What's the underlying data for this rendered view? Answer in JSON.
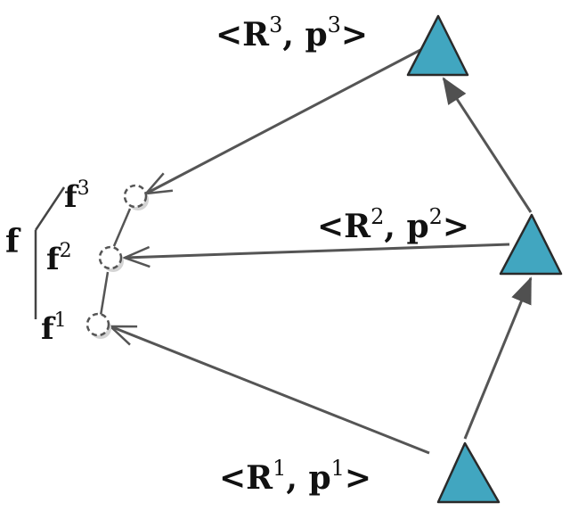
{
  "colors": {
    "camera_fill": "#41a6c0",
    "camera_stroke": "#2a2a2a",
    "line": "#555555",
    "circle_stroke": "#555555",
    "circle_shadow": "#d4d4d4"
  },
  "poses": [
    {
      "open": "<",
      "sym": "R",
      "sup": "1",
      "sep": ", ",
      "p": "p",
      "psup": "1",
      "close": ">"
    },
    {
      "open": "<",
      "sym": "R",
      "sup": "2",
      "sep": ", ",
      "p": "p",
      "psup": "2",
      "close": ">"
    },
    {
      "open": "<",
      "sym": "R",
      "sup": "3",
      "sep": ", ",
      "p": "p",
      "psup": "3",
      "close": ">"
    }
  ],
  "features": [
    {
      "sym": "f",
      "sup": "1"
    },
    {
      "sym": "f",
      "sup": "2"
    },
    {
      "sym": "f",
      "sup": "3"
    }
  ],
  "feature_group": {
    "sym": "f"
  }
}
